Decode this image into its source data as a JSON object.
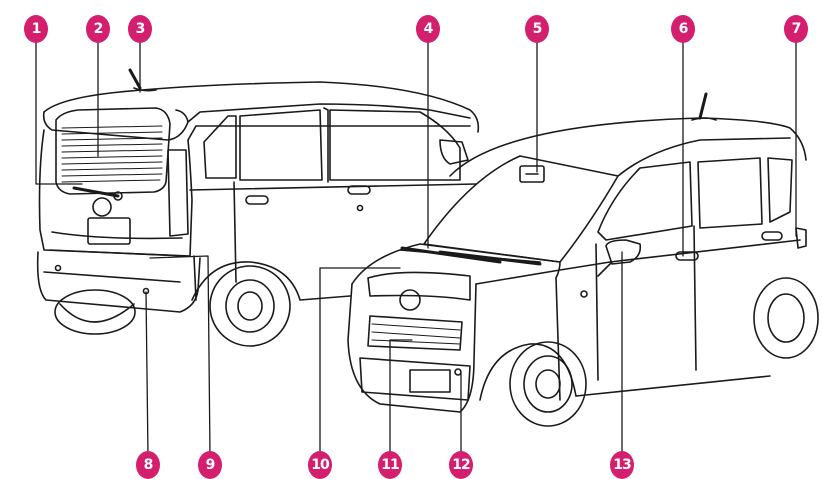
{
  "diagram": {
    "accent_color": "#d41e6e",
    "line_color": "#1a1a1a",
    "callouts": [
      {
        "id": "1",
        "label": "1"
      },
      {
        "id": "2",
        "label": "2"
      },
      {
        "id": "3",
        "label": "3"
      },
      {
        "id": "4",
        "label": "4"
      },
      {
        "id": "5",
        "label": "5"
      },
      {
        "id": "6",
        "label": "6"
      },
      {
        "id": "7",
        "label": "7"
      },
      {
        "id": "8",
        "label": "8"
      },
      {
        "id": "9",
        "label": "9"
      },
      {
        "id": "10",
        "label": "10"
      },
      {
        "id": "11",
        "label": "11"
      },
      {
        "id": "12",
        "label": "12"
      },
      {
        "id": "13",
        "label": "13"
      }
    ]
  }
}
